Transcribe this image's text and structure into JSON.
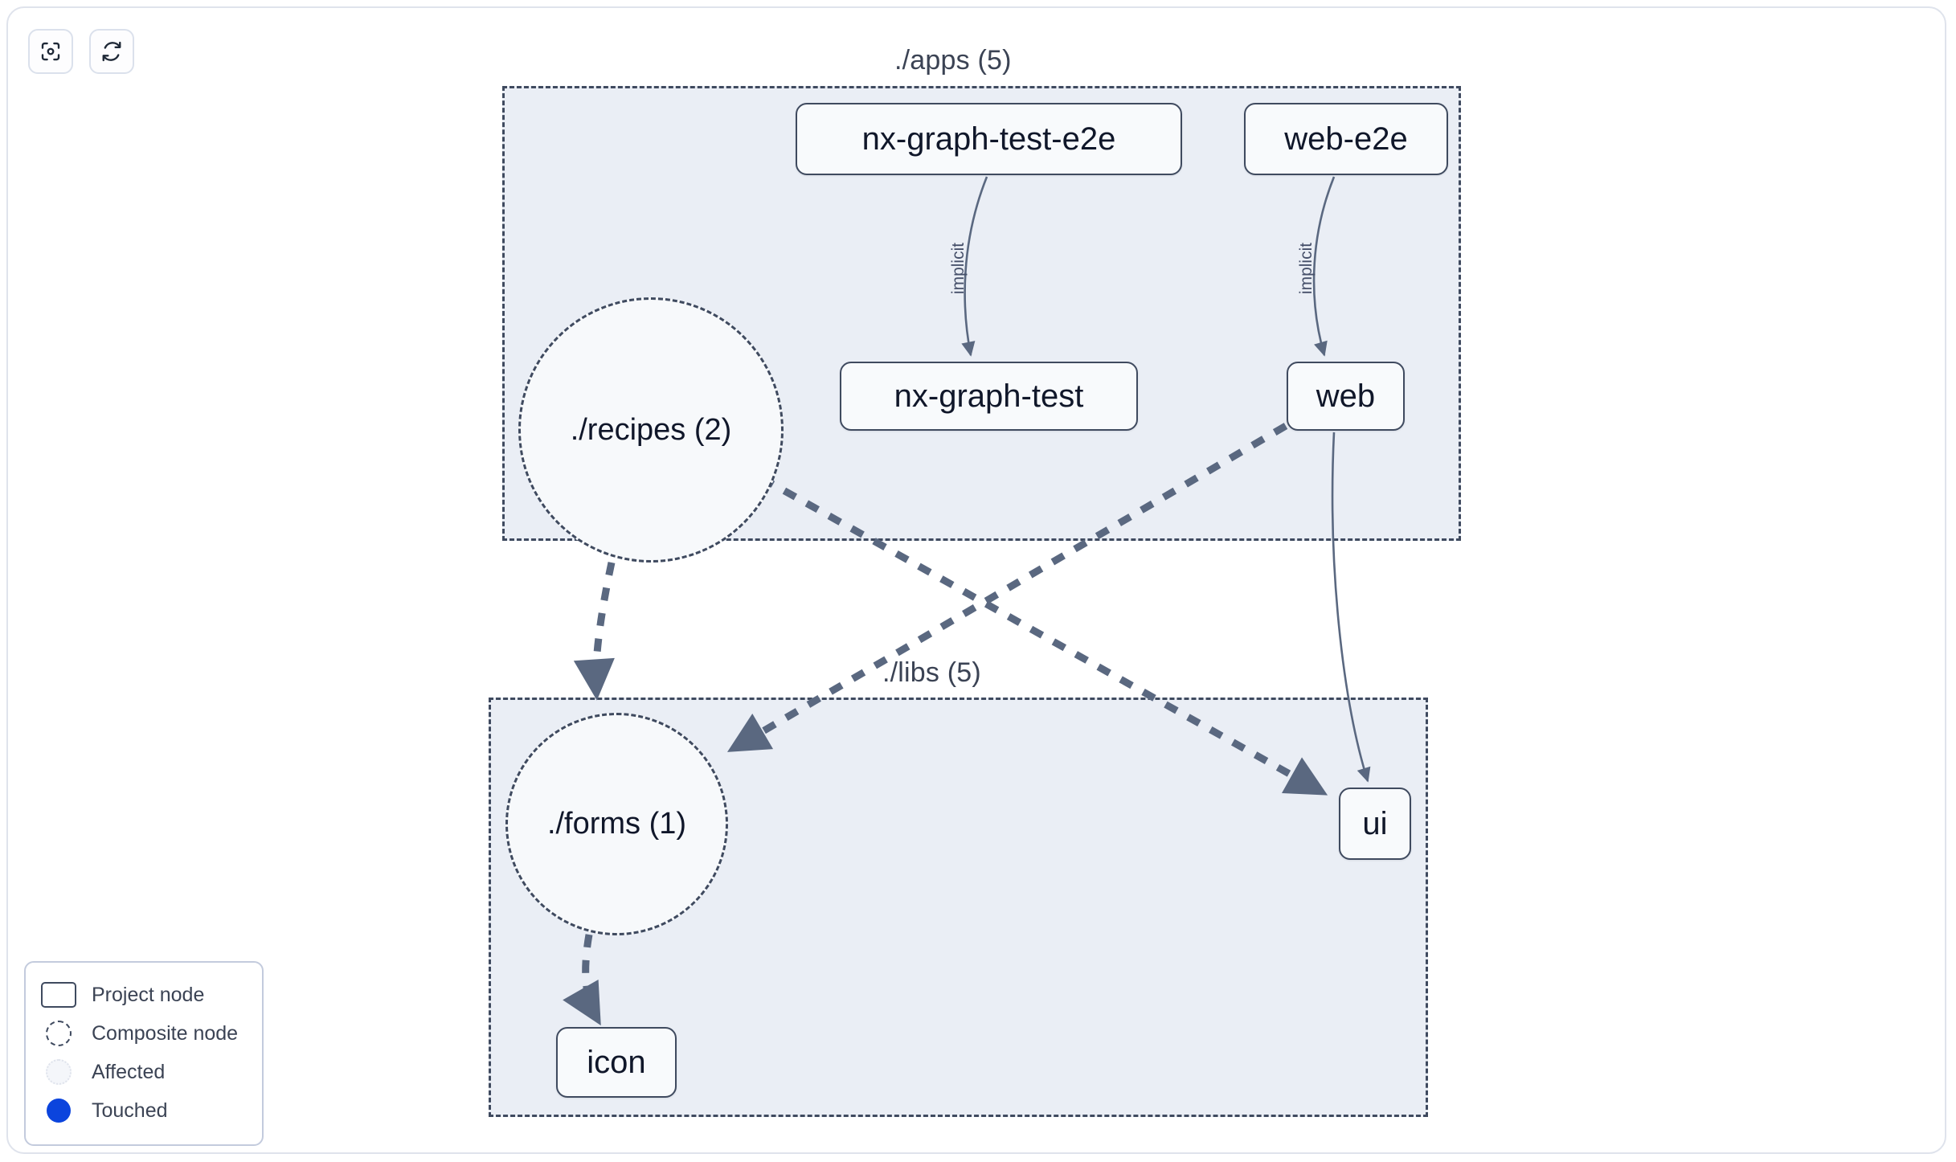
{
  "toolbar": {
    "buttons": [
      {
        "name": "focus-graph",
        "icon": "viewfinder-icon",
        "tooltip": "Select all / focus"
      },
      {
        "name": "reload-graph",
        "icon": "refresh-icon",
        "tooltip": "Reload graph"
      }
    ]
  },
  "graph": {
    "groups": [
      {
        "id": "apps",
        "label": "./apps (5)",
        "count": 5
      },
      {
        "id": "libs",
        "label": "./libs (5)",
        "count": 5
      }
    ],
    "nodes": [
      {
        "id": "nx-graph-test-e2e",
        "label": "nx-graph-test-e2e",
        "kind": "project",
        "group": "apps"
      },
      {
        "id": "web-e2e",
        "label": "web-e2e",
        "kind": "project",
        "group": "apps"
      },
      {
        "id": "recipes",
        "label": "./recipes (2)",
        "kind": "composite",
        "group": "apps",
        "count": 2
      },
      {
        "id": "nx-graph-test",
        "label": "nx-graph-test",
        "kind": "project",
        "group": "apps"
      },
      {
        "id": "web",
        "label": "web",
        "kind": "project",
        "group": "apps"
      },
      {
        "id": "forms",
        "label": "./forms (1)",
        "kind": "composite",
        "group": "libs",
        "count": 1
      },
      {
        "id": "ui",
        "label": "ui",
        "kind": "project",
        "group": "libs"
      },
      {
        "id": "icon",
        "label": "icon",
        "kind": "project",
        "group": "libs"
      }
    ],
    "edges": [
      {
        "from": "nx-graph-test-e2e",
        "to": "nx-graph-test",
        "label": "implicit",
        "style": "solid"
      },
      {
        "from": "web-e2e",
        "to": "web",
        "label": "implicit",
        "style": "solid"
      },
      {
        "from": "recipes",
        "to": "forms",
        "label": "",
        "style": "dashed"
      },
      {
        "from": "recipes",
        "to": "ui",
        "label": "",
        "style": "dashed"
      },
      {
        "from": "web",
        "to": "forms",
        "label": "",
        "style": "dashed"
      },
      {
        "from": "web",
        "to": "ui",
        "label": "",
        "style": "solid"
      },
      {
        "from": "forms",
        "to": "icon",
        "label": "",
        "style": "dashed"
      }
    ],
    "edge_labels": {
      "implicit": "implicit"
    }
  },
  "legend": {
    "items": [
      {
        "id": "project-node",
        "label": "Project node",
        "swatch": "rect-outline"
      },
      {
        "id": "composite-node",
        "label": "Composite node",
        "swatch": "dashed-circle"
      },
      {
        "id": "affected",
        "label": "Affected",
        "swatch": "dotted-circle"
      },
      {
        "id": "touched",
        "label": "Touched",
        "swatch": "solid-circle"
      }
    ]
  },
  "colors": {
    "node_border": "#3f4a5f",
    "node_fill": "#f8fafc",
    "group_fill": "#eaeef5",
    "edge": "#5a6880",
    "touched": "#0b44dd",
    "text": "#10172a",
    "panel_border": "#dfe3ec"
  }
}
